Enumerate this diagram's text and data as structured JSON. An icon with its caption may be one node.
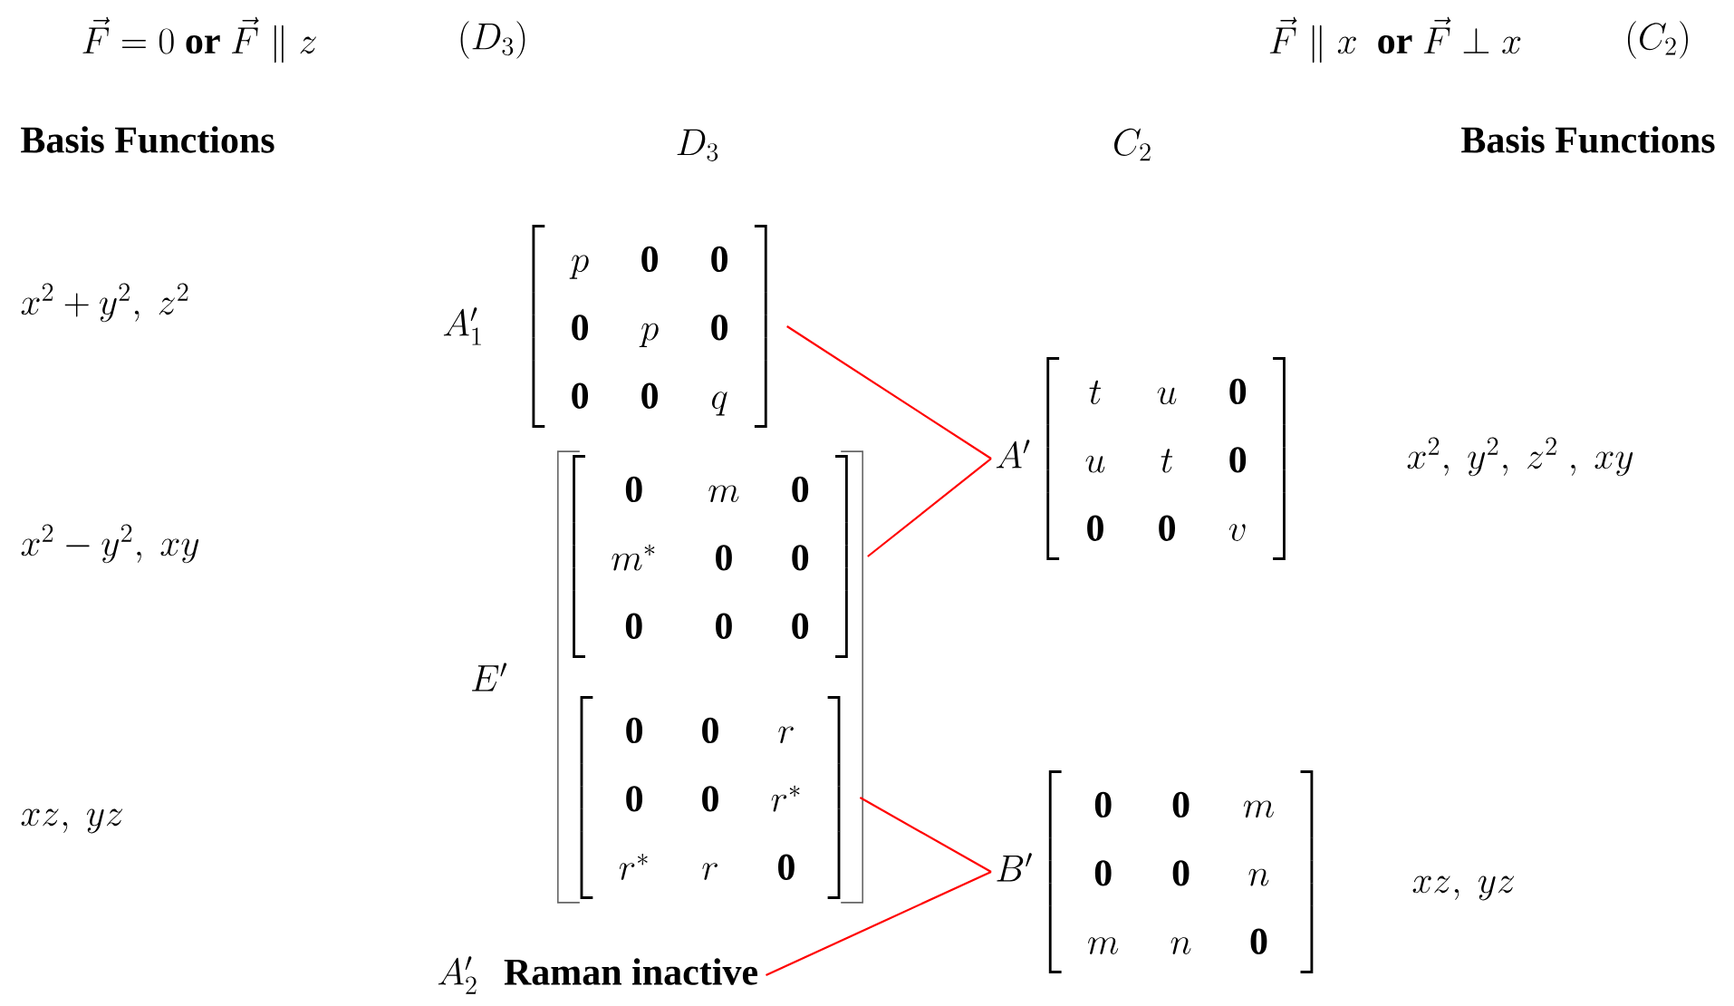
{
  "diagram": {
    "nodes": [
      {
        "text": [
          "A'_1",
          "\\left[\\begin{array}{ccc}p&\\mathbf{0}&\\mathbf{0}\\\\\\mathbf{0}&p&\\mathbf{0}\\\\\\mathbf{0}&\\mathbf{0}&q\\end{array}\\right]"
        ]
      },
      {
        "text": [
          "E'"
        ]
      },
      {
        "text": [
          "\\left[\\begin{array}{ccc}\\mathbf{0}&m&\\mathbf{0}\\\\m^*&\\mathbf{0}&\\mathbf{0}\\\\\\mathbf{0}&\\mathbf{0}&\\mathbf{0}\\end{array}\\right]"
        ],
        "in": 1
      },
      {
        "text": [
          "\\left[\\begin{array}{ccc}\\mathbf{0}&\\mathbf{0}&r\\\\\\mathbf{0}&\\mathbf{0}&r^*\\\\r^*&r&\\mathbf{0}\\end{array}\\right]"
        ],
        "in": 1
      },
      {
        "text": [
          "A'_2",
          "Raman inactive"
        ]
      },
      {
        "text": [
          "A'",
          "\\left[\\begin{array}{ccc}t&u&\\mathbf{0}\\\\u&t&\\mathbf{0}\\\\\\mathbf{0}&\\mathbf{0}&v\\end{array}\\right]"
        ]
      },
      {
        "text": [
          "B'",
          "\\left[\\begin{array}{ccc}\\mathbf{0}&\\mathbf{0}&m\\\\\\mathbf{0}&\\mathbf{0}&n\\\\m&n&\\mathbf{0}\\end{array}\\right]"
        ]
      }
    ],
    "edges": [
      {
        "from": 0,
        "to": 5,
        "arrow": "none"
      },
      {
        "from": 2,
        "to": 5,
        "arrow": "none"
      },
      {
        "from": 3,
        "to": 6,
        "arrow": "none"
      },
      {
        "from": 4,
        "to": 6,
        "arrow": "none"
      }
    ],
    "labels": [
      "\\vec{F}=0\\ \\textbf{or}\\ \\vec{F}\\parallel z",
      "(D_3)",
      "\\vec{F}\\parallel x\\ \\ \\textbf{or}\\ \\vec{F}\\perp x",
      "(C_2)",
      "Basis Functions",
      "D_3",
      "C_2",
      "Basis Functions",
      "x^2+y^2,\\ z^2",
      "x^2-y^2,\\ xy",
      "xz,\\ yz",
      "x^2,\\ y^2,\\ z^2\\ ,\\ xy",
      "xz,\\ yz"
    ]
  }
}
